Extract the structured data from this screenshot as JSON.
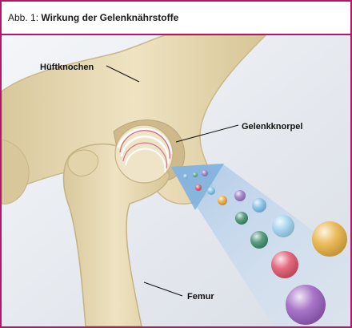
{
  "caption": {
    "prefix": "Abb. 1: ",
    "title": "Wirkung der Gelenknährstoffe"
  },
  "labels": {
    "hip_bone": "Hüftknochen",
    "cartilage": "Gelenkknorpel",
    "femur": "Femur"
  },
  "colors": {
    "frame": "#b3166d",
    "bone": "#eadcb6",
    "bone_shadow": "#c8b88c",
    "beam": "#a9c6e6"
  },
  "particles": [
    {
      "color": "#7fc0e8"
    },
    {
      "color": "#5aa88c"
    },
    {
      "color": "#9a78c4"
    },
    {
      "color": "#e0536b"
    },
    {
      "color": "#7fc0e8"
    },
    {
      "color": "#e8a73a"
    },
    {
      "color": "#9a78c4"
    },
    {
      "color": "#3f8f6e"
    },
    {
      "color": "#7fc0e8"
    },
    {
      "color": "#3f8f6e"
    },
    {
      "color": "#9fd2ee"
    },
    {
      "color": "#e0536b"
    },
    {
      "color": "#e8b040"
    },
    {
      "color": "#9a5fc0"
    }
  ]
}
